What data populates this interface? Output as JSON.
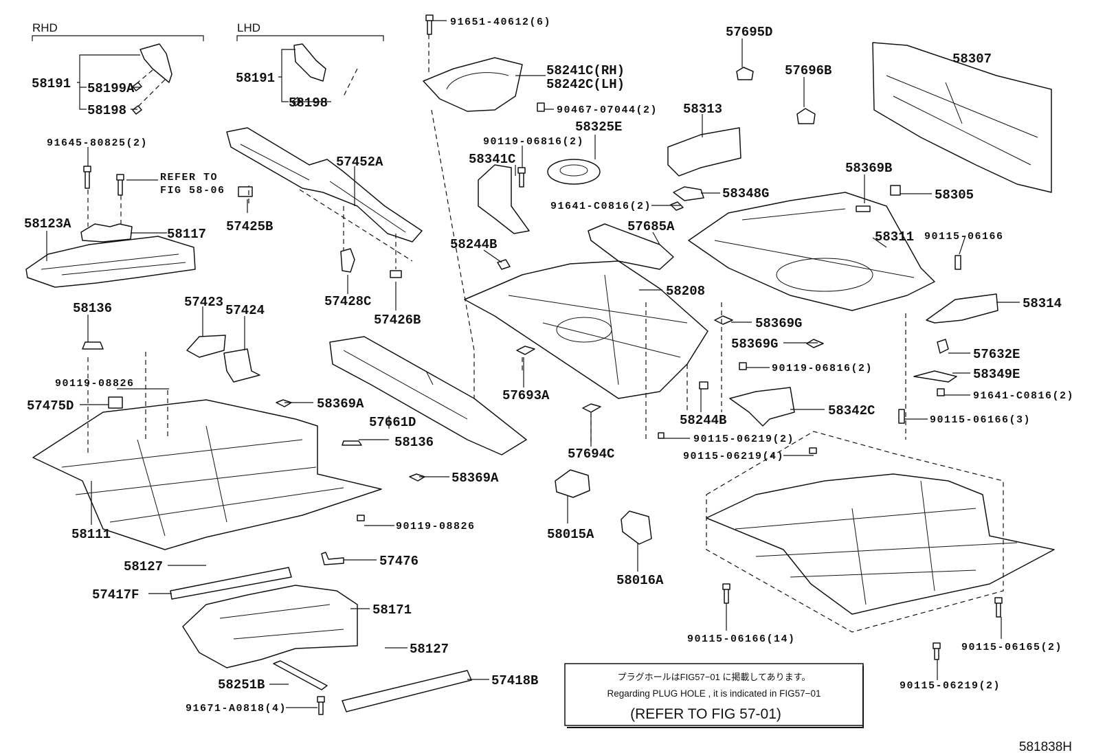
{
  "diagram": {
    "group_headers": {
      "rhd": "RHD",
      "lhd": "LHD"
    },
    "callouts": [
      "58191",
      "58199A",
      "58198",
      "58191",
      "58198",
      "91645-80825(2)",
      "REFER TO",
      "FIG 58-06",
      "58123A",
      "58117",
      "57425B",
      "57452A",
      "57428C",
      "57426B",
      "58136",
      "57423",
      "57424",
      "90119-08826",
      "57475D",
      "58369A",
      "58136",
      "57661D",
      "58369A",
      "58111",
      "90119-08826",
      "57476",
      "58127",
      "57417F",
      "58171",
      "58127",
      "58251B",
      "57418B",
      "91671-A0818(4)",
      "91651-40612(6)",
      "58241C(RH)",
      "58242C(LH)",
      "90467-07044(2)",
      "90119-06816(2)",
      "58325E",
      "58341C",
      "91641-C0816(2)",
      "58244B",
      "58208",
      "57693A",
      "57694C",
      "58015A",
      "58016A",
      "58244B",
      "57695D",
      "57696B",
      "58313",
      "58348G",
      "57685A",
      "58369B",
      "58305",
      "58311",
      "58307",
      "90115-06166",
      "58314",
      "58369G",
      "58369G",
      "90119-06816(2)",
      "57632E",
      "58349E",
      "91641-C0816(2)",
      "58342C",
      "90115-06166(3)",
      "90115-06219(2)",
      "90115-06219(4)",
      "90115-06166(14)",
      "90115-06165(2)",
      "90115-06219(2)"
    ],
    "note": {
      "line_jp": "プラグホールはFIG57−01 に掲載してあります。",
      "line_en": "Regarding  PLUG  HOLE  ,  it  is  indicated  in  FIG57−01",
      "refer": "(REFER TO FIG 57-01)"
    },
    "figure_id": "581838H"
  }
}
